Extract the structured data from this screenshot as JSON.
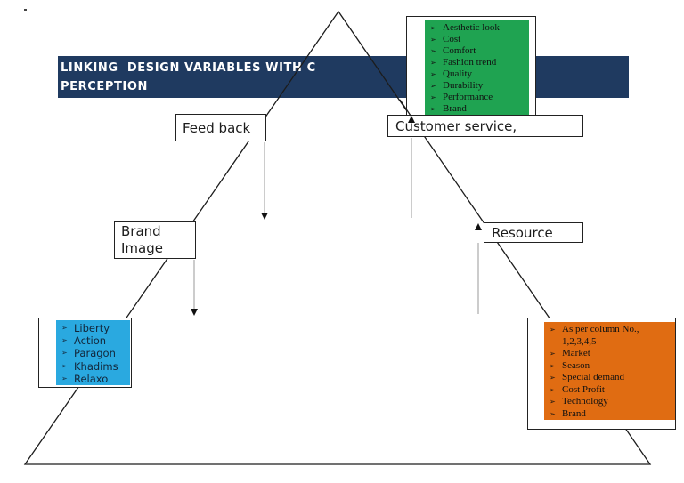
{
  "title": {
    "line1": "LINKING  DESIGN VARIABLES WITH C",
    "line2": "PERCEPTION",
    "bg_color": "#1f3a60",
    "text_color": "#ffffff"
  },
  "labels": {
    "feedback": "Feed back",
    "customer_service": "Customer service,",
    "brand_image_line1": "Brand",
    "brand_image_line2": "Image",
    "resource": "Resource"
  },
  "bullet_glyph": "➢",
  "design_variables_box": {
    "fill_color": "#1fa351",
    "items": [
      "Aesthetic look",
      "Cost",
      "Comfort",
      "Fashion trend",
      "Quality",
      "Durability",
      "Performance",
      "Brand"
    ]
  },
  "brands_box": {
    "fill_color": "#2aa9e0",
    "items": [
      "Liberty",
      "Action",
      "Paragon",
      "Khadims",
      "Relaxo"
    ]
  },
  "resources_box": {
    "fill_color": "#e06c12",
    "items": [
      "As per column No., 1,2,3,4,5",
      "Market",
      "Season",
      "Special demand",
      "Cost Profit",
      "Technology",
      "Brand"
    ]
  },
  "shapes": {
    "triangle_stroke": "#1c1c1c",
    "connector_color": "#9a9a9a",
    "arrowhead_color": "#111111"
  }
}
